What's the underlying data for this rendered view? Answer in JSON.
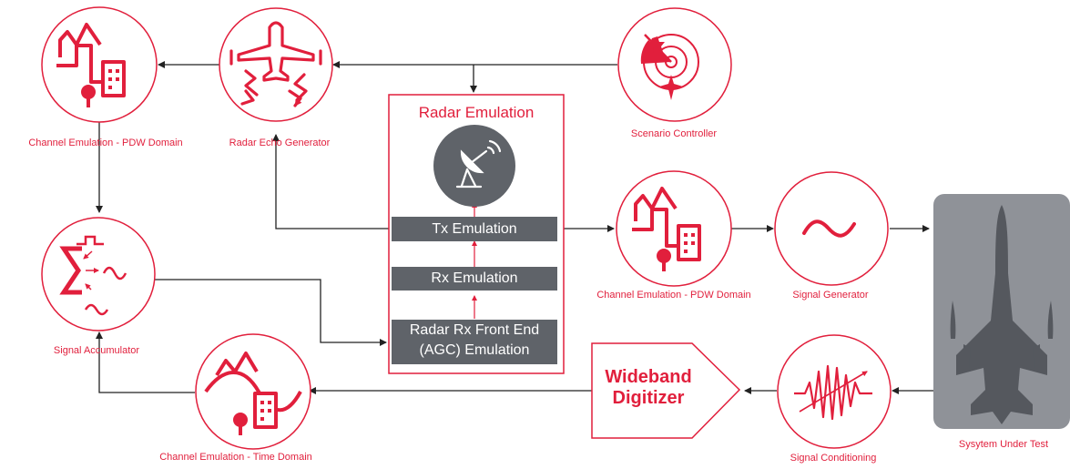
{
  "colors": {
    "accent": "#e11f3c",
    "line": "#222222",
    "stage_fill": "#5f6369",
    "panel_fill": "#8a8d93"
  },
  "nodes": {
    "channel_pdw_top": {
      "label": "Channel Emulation - PDW Domain",
      "icon": "channel-emulation-icon"
    },
    "radar_echo": {
      "label": "Radar Echo Generator",
      "icon": "aircraft-echo-icon"
    },
    "scenario_controller": {
      "label": "Scenario Controller",
      "icon": "radar-scope-icon"
    },
    "signal_accumulator": {
      "label": "Signal Accumulator",
      "icon": "summation-icon"
    },
    "channel_pdw_mid": {
      "label": "Channel Emulation - PDW Domain",
      "icon": "channel-emulation-icon"
    },
    "signal_generator": {
      "label": "Signal Generator",
      "icon": "sine-wave-icon"
    },
    "channel_time": {
      "label": "Channel Emulation - Time Domain",
      "icon": "channel-time-icon"
    },
    "signal_conditioning": {
      "label": "Signal Conditioning",
      "icon": "conditioning-icon"
    },
    "system_under_test": {
      "label": "Sysytem Under Test",
      "icon": "fighter-jet-icon"
    }
  },
  "radar_emulation": {
    "title": "Radar Emulation",
    "stages": {
      "tx": "Tx Emulation",
      "rx": "Rx Emulation",
      "front_end_line1": "Radar Rx Front End",
      "front_end_line2": "(AGC) Emulation"
    }
  },
  "digitizer": {
    "line1": "Wideband",
    "line2": "Digitizer"
  }
}
